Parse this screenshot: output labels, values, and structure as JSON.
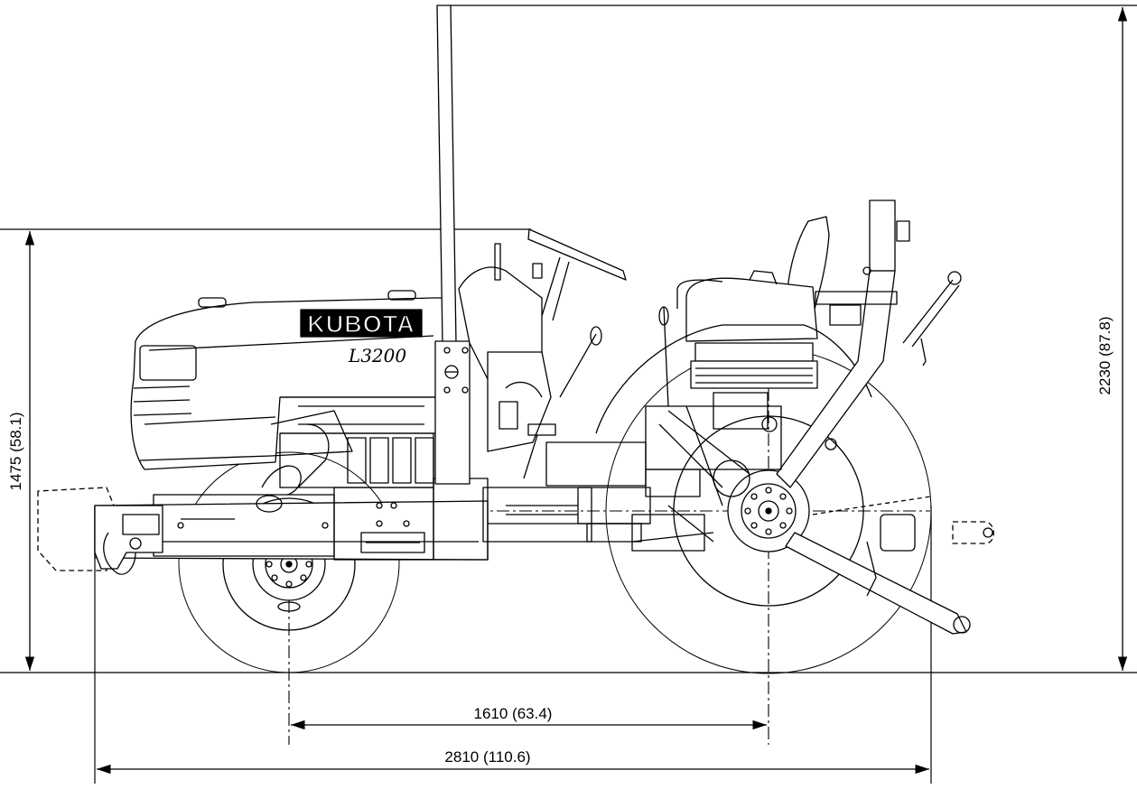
{
  "diagram": {
    "dimensions": {
      "overall_height": "2230 (87.8)",
      "steering_height": "1475 (58.1)",
      "wheelbase": "1610 (63.4)",
      "overall_length": "2810 (110.6)"
    },
    "tractor": {
      "brand": "KUBOTA",
      "model": "L3200"
    }
  }
}
